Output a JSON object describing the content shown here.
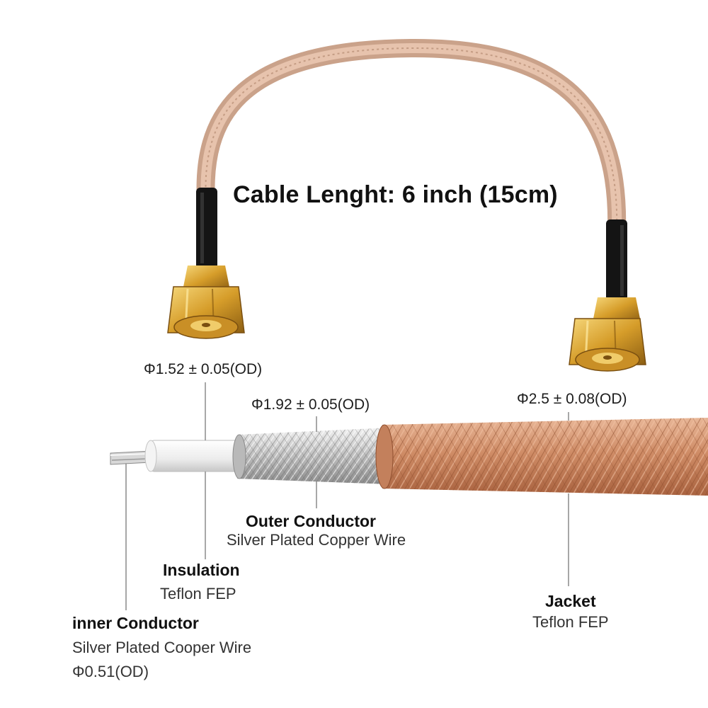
{
  "title": "Cable Lenght: 6 inch (15cm)",
  "dimensions": {
    "insulation_od": "Φ1.52 ± 0.05(OD)",
    "outer_conductor_od": "Φ1.92 ± 0.05(OD)",
    "jacket_od": "Φ2.5 ± 0.08(OD)"
  },
  "layers": {
    "outer_conductor": {
      "name": "Outer Conductor",
      "material": "Silver Plated Copper Wire"
    },
    "insulation": {
      "name": "Insulation",
      "material": "Teflon FEP"
    },
    "jacket": {
      "name": "Jacket",
      "material": "Teflon FEP"
    },
    "inner_conductor": {
      "name": "inner Conductor",
      "material": "Silver Plated Cooper Wire",
      "od": "Φ0.51(OD)"
    }
  },
  "colors": {
    "cable": "#d6a88e",
    "copper_braid": "#c98a66",
    "silver_braid": "#c9c9c9",
    "gold_connector": "#d9a636",
    "heatshrink": "#111111"
  }
}
